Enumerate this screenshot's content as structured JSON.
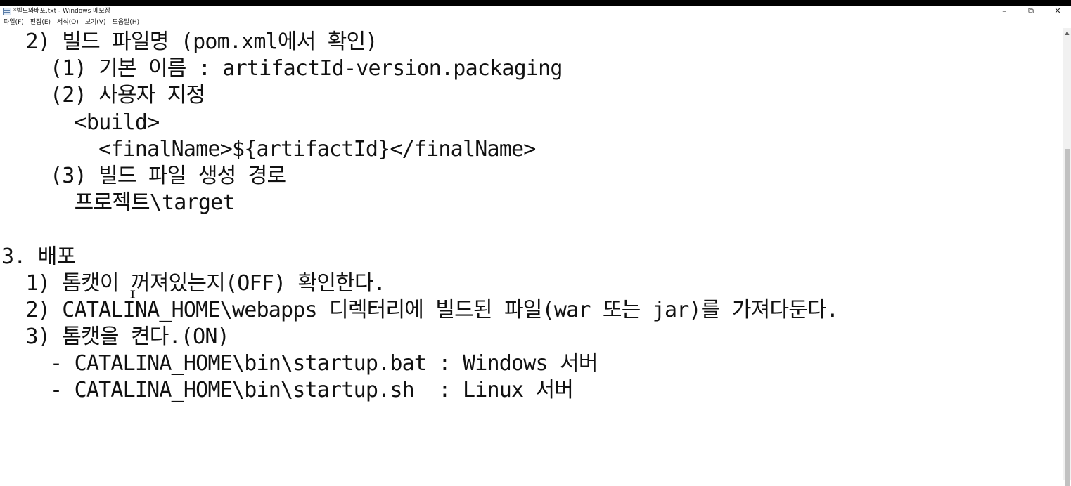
{
  "window": {
    "title": "*빌드와배포.txt - Windows 메모장",
    "controls": {
      "minimize": "–",
      "maximize": "⧉",
      "close": "✕"
    }
  },
  "menu": {
    "items": [
      "파일(F)",
      "편집(E)",
      "서식(O)",
      "보기(V)",
      "도움말(H)"
    ]
  },
  "editor": {
    "lines": [
      "  2) 빌드 파일명 (pom.xml에서 확인)",
      "    (1) 기본 이름 : artifactId-version.packaging",
      "    (2) 사용자 지정",
      "      <build>",
      "        <finalName>${artifactId}</finalName>",
      "    (3) 빌드 파일 생성 경로",
      "      프로젝트\\target",
      "",
      "3. 배포",
      "  1) 톰캣이 꺼져있는지(OFF) 확인한다.",
      "  2) CATALINA_HOME\\webapps 디렉터리에 빌드된 파일(war 또는 jar)를 가져다둔다.",
      "  3) 톰캣을 켠다.(ON)",
      "    - CATALINA_HOME\\bin\\startup.bat : Windows 서버",
      "    - CATALINA_HOME\\bin\\startup.sh  : Linux 서버"
    ]
  },
  "icons": {
    "app": "notepad-icon",
    "scroll_up": "▲"
  }
}
